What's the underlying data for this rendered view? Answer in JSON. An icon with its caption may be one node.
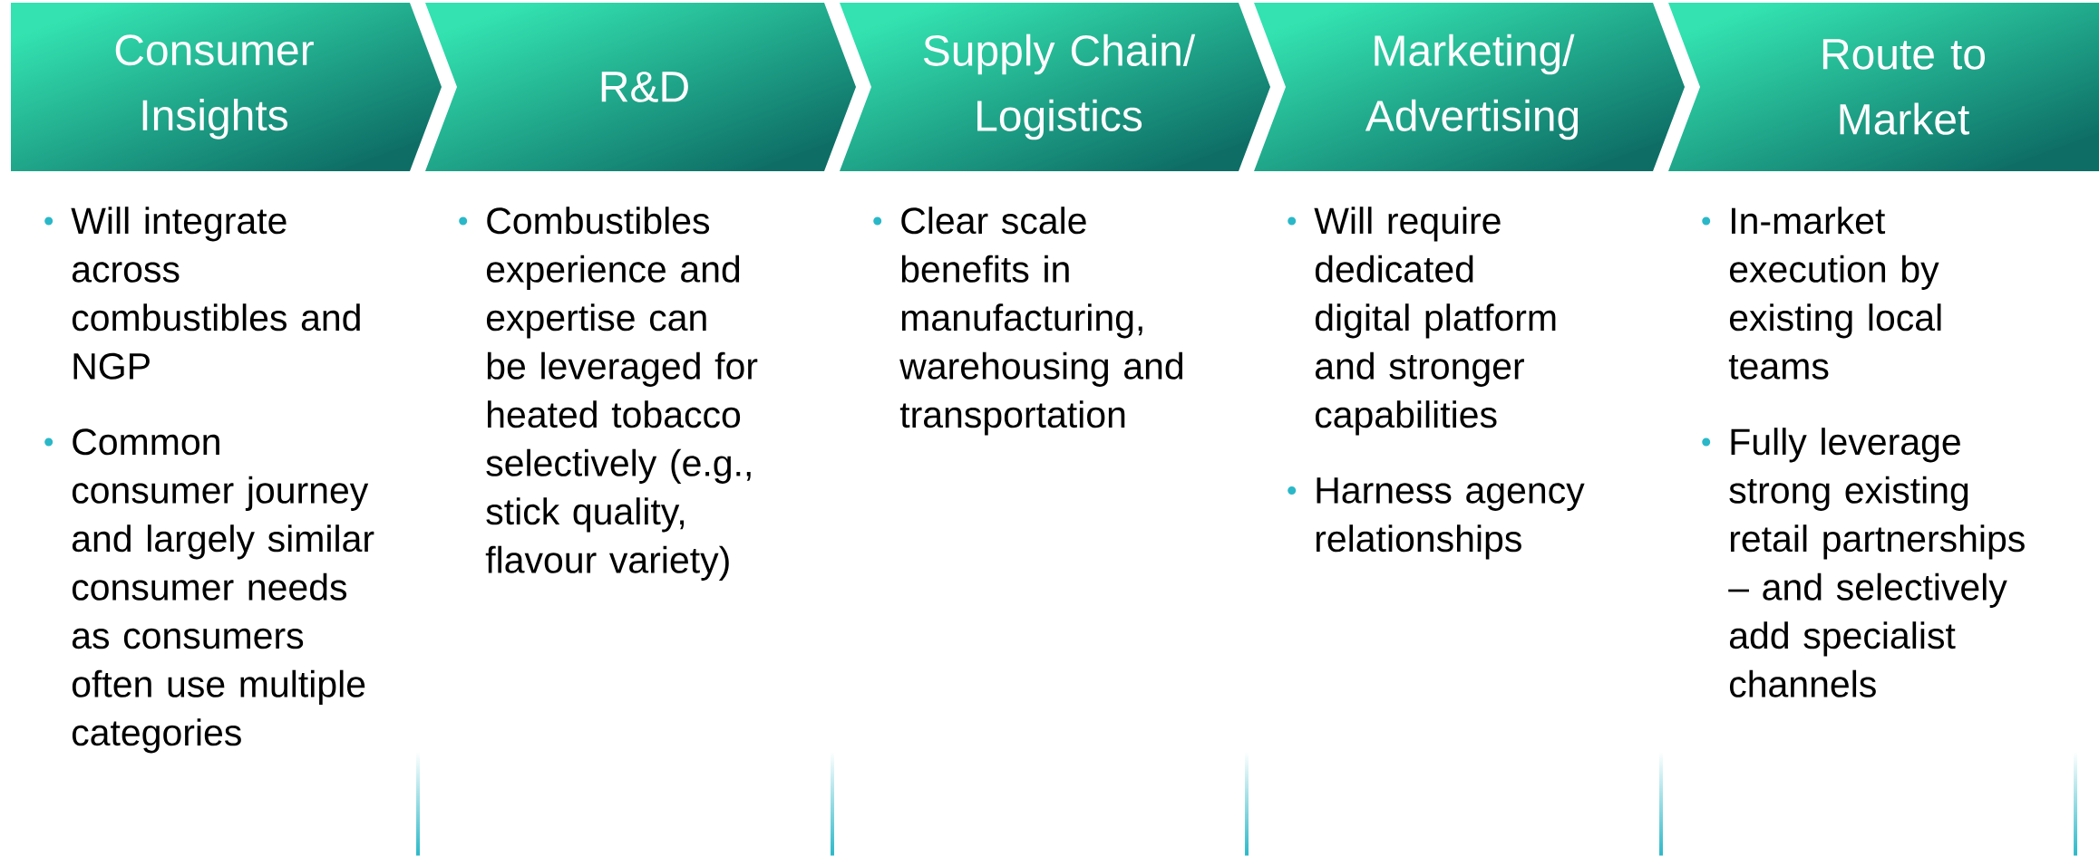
{
  "diagram": {
    "nodes": [
      {
        "text": [
          "Consumer Insights"
        ],
        "beside": [
          "Will integrate across combustibles and NGP",
          "Common consumer journey and largely similar consumer needs as consumers often use multiple categories"
        ]
      },
      {
        "text": [
          "R&D"
        ],
        "beside": [
          "Combustibles experience and expertise can be leveraged for heated tobacco selectively (e.g., stick quality, flavour variety)"
        ]
      },
      {
        "text": [
          "Supply Chain/ Logistics"
        ],
        "beside": [
          "Clear scale benefits in manufacturing, warehousing and transportation"
        ]
      },
      {
        "text": [
          "Marketing/ Advertising"
        ],
        "beside": [
          "Will require dedicated digital platform and stronger capabilities",
          "Harness agency relationships"
        ]
      },
      {
        "text": [
          "Route to Market"
        ],
        "beside": [
          "In-market execution by existing local teams",
          "Fully leverage strong existing retail partnerships – and selectively add specialist channels"
        ]
      }
    ]
  }
}
